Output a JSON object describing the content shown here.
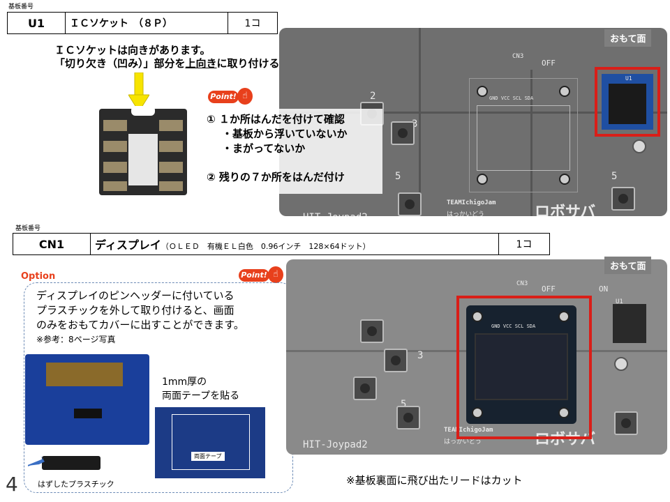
{
  "page_number": "4",
  "section1": {
    "board_label": "基板番号",
    "ref": "U1",
    "part": "ＩＣソケット　（８Ｐ）",
    "qty": "1コ",
    "instruction_line1": "ＩＣソケットは向きがあります。",
    "instruction_line2_pre": "「切り欠き（凹み）」部分を",
    "instruction_line2_ul": "上向き",
    "instruction_line2_post": "に取り付ける。",
    "point_text": "Point!",
    "points": [
      "① １か所はんだを付けて確認",
      "・基板から浮いていないか",
      "・まがってないか",
      "② 残りの７か所をはんだ付け"
    ],
    "side_tag": "おもて面"
  },
  "section2": {
    "board_label": "基板番号",
    "ref": "CN1",
    "part_main": "ディスプレイ",
    "part_detail": "（ＯＬＥＤ　有機ＥＬ白色　0.96インチ　128×64ドット）",
    "qty": "1コ",
    "option_label": "Option",
    "point_text": "Point!",
    "note_lines": [
      "ディスプレイのピンヘッダーに付いている",
      "プラスチックを外して取り付けると、画面",
      "のみをおもてカバーに出すことができます。"
    ],
    "note_ref": "※参考：8ページ写真",
    "tape_label_1": "1mm厚の",
    "tape_label_2": "両面テープを貼る",
    "tape_tag": "両面テープ",
    "removed_label": "はずしたプラスチック",
    "lead_note": "※基板裏面に飛び出たリードはカット",
    "side_tag": "おもて面"
  },
  "board_silk": {
    "name": "HIT-Joypad2",
    "team": "TEAMIchigoJam",
    "team2": "はっかいどう",
    "cn3": "CN3",
    "pins": "GND VCC SCL SDA",
    "off": "OFF",
    "on": "ON",
    "u1": "U1",
    "num2": "2",
    "num3": "3",
    "num5": "5",
    "logo": "ロボサバ"
  },
  "oled_silk": "GND VCC SCL SDA",
  "colors": {
    "highlight_yellow": "#f7e400",
    "highlight_red": "#d91e18",
    "point_red": "#e8401c",
    "tag_gray": "#7f7f7f"
  }
}
